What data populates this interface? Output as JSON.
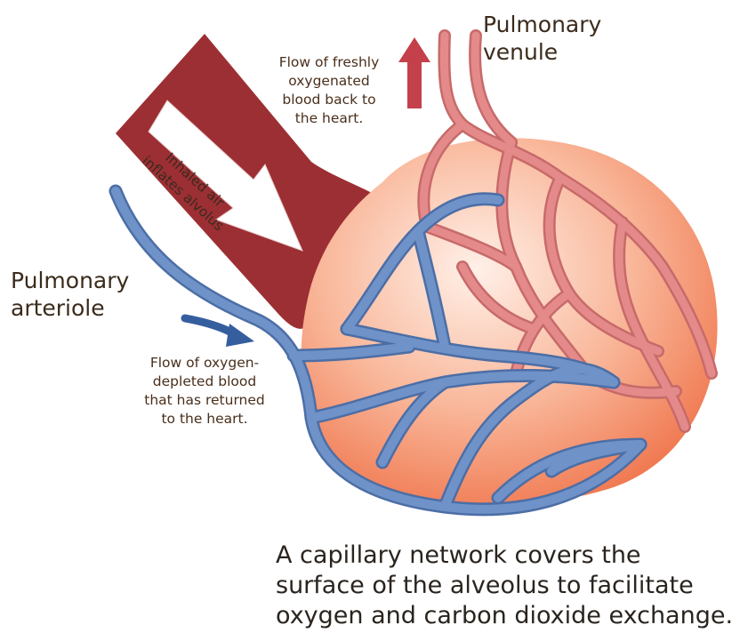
{
  "labels": {
    "pulmonary_venule": [
      "Pulmonary",
      "venule"
    ],
    "pulmonary_arteriole": [
      "Pulmonary",
      "arteriole"
    ],
    "fresh_flow": [
      "Flow of freshly",
      "oxygenated",
      "blood back to",
      "the heart."
    ],
    "depleted_flow": [
      "Flow of oxygen-",
      "depleted blood",
      "that has returned",
      "to the heart."
    ],
    "inhaled_air": [
      "Inhaled air",
      "inflates alvolus"
    ],
    "caption": [
      "A capillary network covers the",
      "surface of the alveolus to facilitate",
      "oxygen and carbon dioxide exchange."
    ]
  },
  "colors": {
    "venule": "#e58a8a",
    "venule_edge": "#c76a6a",
    "arteriole": "#6f93c8",
    "arteriole_edge": "#4c6ea6",
    "alveolus_center": "#fff0e8",
    "alveolus_edge": "#f07a52",
    "airway": "#9c2f33",
    "air_arrow": "#ffffff",
    "fresh_arrow": "#c4404a",
    "depleted_arrow": "#355e9e"
  }
}
